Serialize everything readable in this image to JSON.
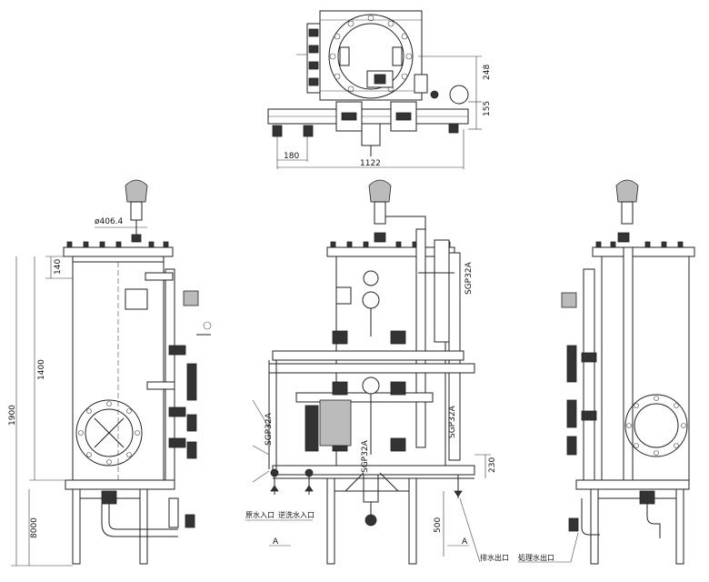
{
  "dimensions": {
    "top_height_248": "248",
    "top_height_155": "155",
    "top_width_180": "180",
    "top_width_1122": "1122",
    "tank_diameter": "ø406.4",
    "flange_140": "140",
    "shell_1400": "1400",
    "overall_1900": "1900",
    "leg_8000": "8000",
    "frame_230": "230",
    "frame_500": "500"
  },
  "pipe_labels": {
    "sgp_left": "SGP32A",
    "sgp_center": "SGP32A",
    "sgp_right_top": "SGP32A",
    "sgp_right_mid": "SGP32A"
  },
  "port_labels": {
    "raw_water_inlet": "原水入口",
    "backwash_inlet": "逆洗水入口",
    "drain_outlet": "排水出口",
    "treated_outlet": "処理水出口"
  },
  "section_marks": {
    "left": "A",
    "right": "A"
  }
}
